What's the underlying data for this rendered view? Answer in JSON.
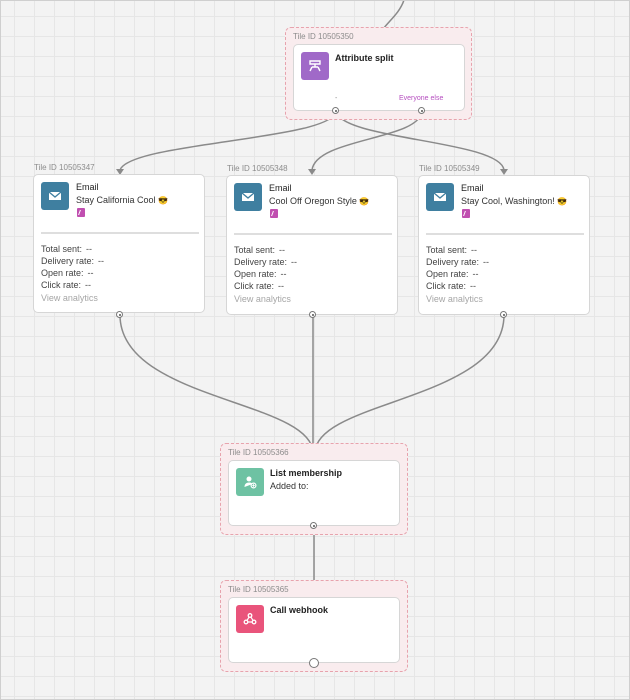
{
  "colors": {
    "email_icon": "#3f7fa0",
    "split_icon": "#a069c8",
    "list_icon": "#6ec2a3",
    "webhook_icon": "#e9547b",
    "everyone_else": "#b64fc0",
    "selected_frame": "#f9ecee"
  },
  "attribute_split": {
    "tile_id": "Tile ID 10505350",
    "title": "Attribute split",
    "icon": "split-icon",
    "branch_left": "-",
    "branch_right": "Everyone else"
  },
  "emails": [
    {
      "tile_id": "Tile ID 10505347",
      "title": "Email",
      "subject": "Stay California Cool",
      "emoji": "😎",
      "icon": "envelope-icon",
      "stats": [
        {
          "label": "Total sent:",
          "value": "--"
        },
        {
          "label": "Delivery rate:",
          "value": "--"
        },
        {
          "label": "Open rate:",
          "value": "--"
        },
        {
          "label": "Click rate:",
          "value": "--"
        }
      ],
      "view_analytics": "View analytics"
    },
    {
      "tile_id": "Tile ID 10505348",
      "title": "Email",
      "subject": "Cool Off Oregon Style",
      "emoji": "😎",
      "icon": "envelope-icon",
      "stats": [
        {
          "label": "Total sent:",
          "value": "--"
        },
        {
          "label": "Delivery rate:",
          "value": "--"
        },
        {
          "label": "Open rate:",
          "value": "--"
        },
        {
          "label": "Click rate:",
          "value": "--"
        }
      ],
      "view_analytics": "View analytics"
    },
    {
      "tile_id": "Tile ID 10505349",
      "title": "Email",
      "subject": "Stay Cool, Washington!",
      "emoji": "😎",
      "icon": "envelope-icon",
      "stats": [
        {
          "label": "Total sent:",
          "value": "--"
        },
        {
          "label": "Delivery rate:",
          "value": "--"
        },
        {
          "label": "Open rate:",
          "value": "--"
        },
        {
          "label": "Click rate:",
          "value": "--"
        }
      ],
      "view_analytics": "View analytics"
    }
  ],
  "list_membership": {
    "tile_id": "Tile ID 10505366",
    "title": "List membership",
    "subtitle": "Added to:",
    "icon": "person-add-icon"
  },
  "call_webhook": {
    "tile_id": "Tile ID 10505365",
    "title": "Call webhook",
    "icon": "webhook-icon"
  }
}
